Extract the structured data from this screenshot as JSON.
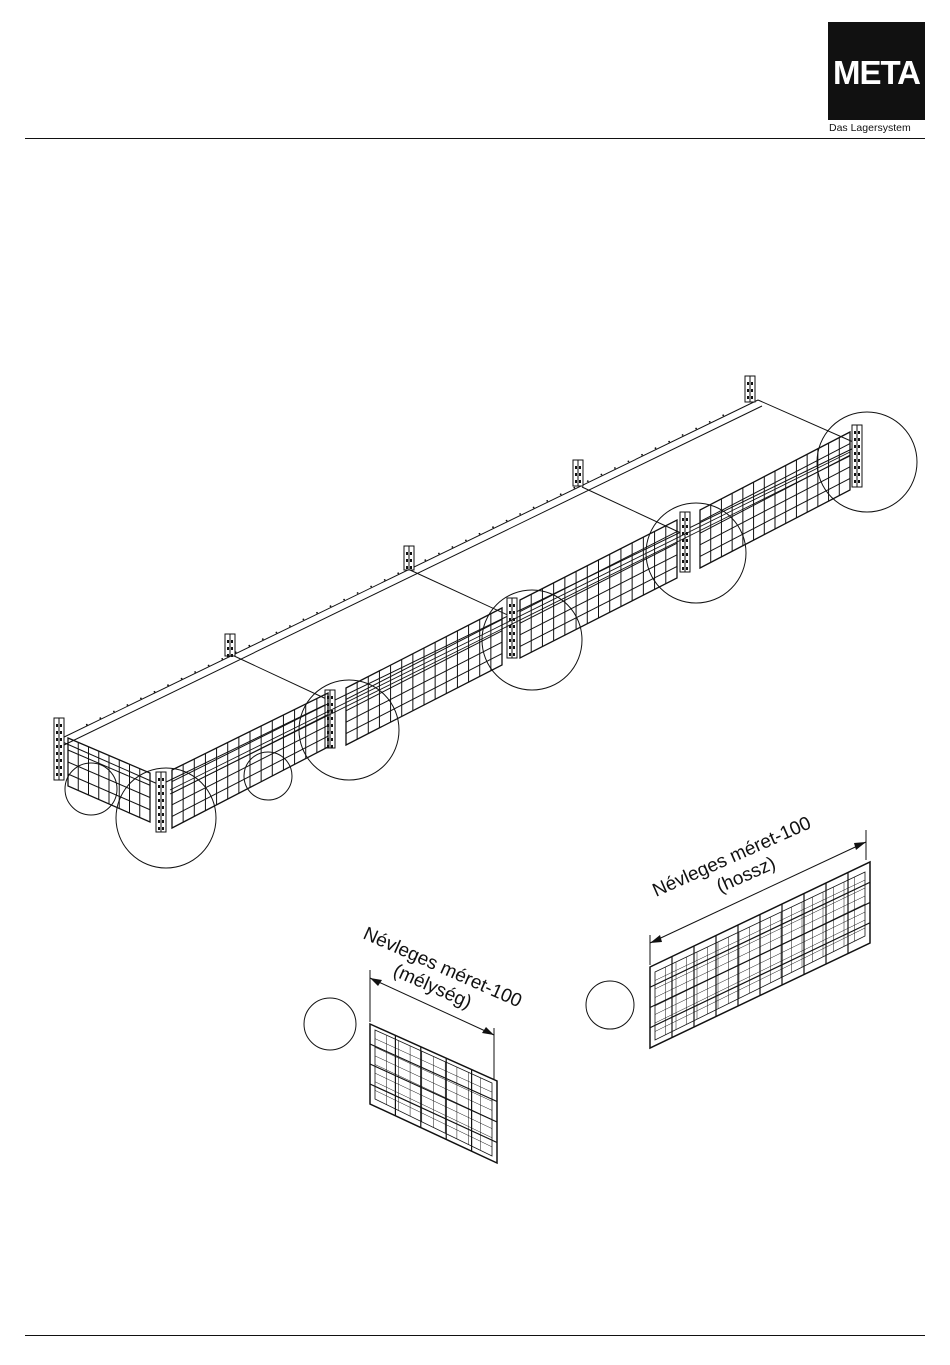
{
  "logo": {
    "word": "META",
    "tagline": "Das Lagersystem"
  },
  "diagram": {
    "depth_label_line1": "Névleges méret-100",
    "depth_label_line2": "(mélység)",
    "length_label_line1": "Névleges méret-100",
    "length_label_line2": "(hossz)"
  },
  "colors": {
    "ink": "#111111",
    "paper": "#ffffff"
  }
}
